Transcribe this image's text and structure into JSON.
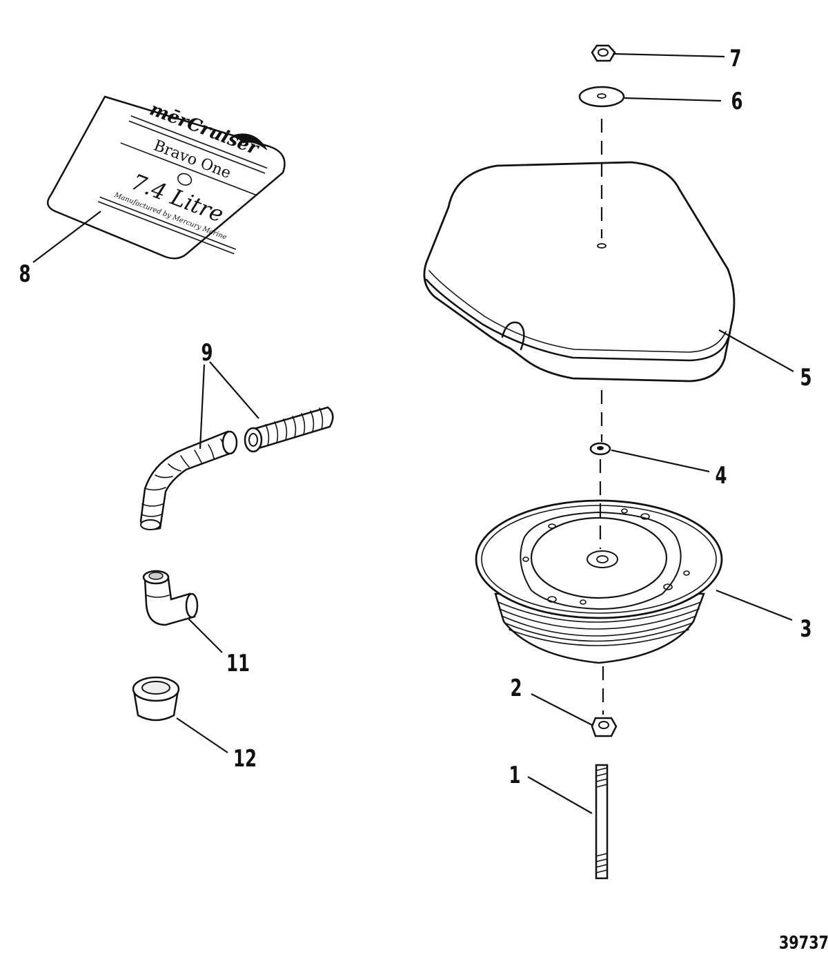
{
  "figure_ref": "39737",
  "decal": {
    "brand": "mērCruiser",
    "model": "Bravo One",
    "displacement": "7.4 Litre",
    "fine_print": "Manufactured by Mercury Marine"
  },
  "callouts": [
    {
      "id": "1",
      "part": "stud"
    },
    {
      "id": "2",
      "part": "nut"
    },
    {
      "id": "3",
      "part": "flame-arrestor"
    },
    {
      "id": "4",
      "part": "grommet"
    },
    {
      "id": "5",
      "part": "cover"
    },
    {
      "id": "6",
      "part": "washer"
    },
    {
      "id": "7",
      "part": "nut"
    },
    {
      "id": "8",
      "part": "decal"
    },
    {
      "id": "9",
      "part": "hose"
    },
    {
      "id": "11",
      "part": "elbow"
    },
    {
      "id": "12",
      "part": "plug"
    }
  ]
}
